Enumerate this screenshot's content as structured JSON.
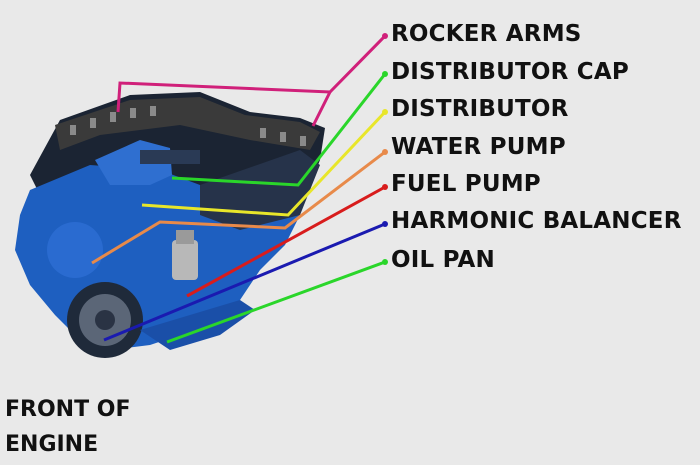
{
  "labels": [
    {
      "key": "rocker_arms",
      "text": "ROCKER ARMS",
      "color": "#d0207a"
    },
    {
      "key": "distributor_cap",
      "text": "DISTRIBUTOR CAP",
      "color": "#2ad62a"
    },
    {
      "key": "distributor",
      "text": "DISTRIBUTOR",
      "color": "#e8e62a"
    },
    {
      "key": "water_pump",
      "text": "WATER PUMP",
      "color": "#e88a4a"
    },
    {
      "key": "fuel_pump",
      "text": "FUEL PUMP",
      "color": "#d81c1c"
    },
    {
      "key": "harmonic_balancer",
      "text": "HARMONIC BALANCER",
      "color": "#1a1ab0"
    },
    {
      "key": "oil_pan",
      "text": "OIL PAN",
      "color": "#2ad62a"
    }
  ],
  "caption": {
    "line1": "FRONT OF",
    "line2": "ENGINE"
  },
  "colors": {
    "background": "#e9e9e9",
    "engine_blue": "#1e5fc0",
    "engine_dark": "#1b2433"
  }
}
